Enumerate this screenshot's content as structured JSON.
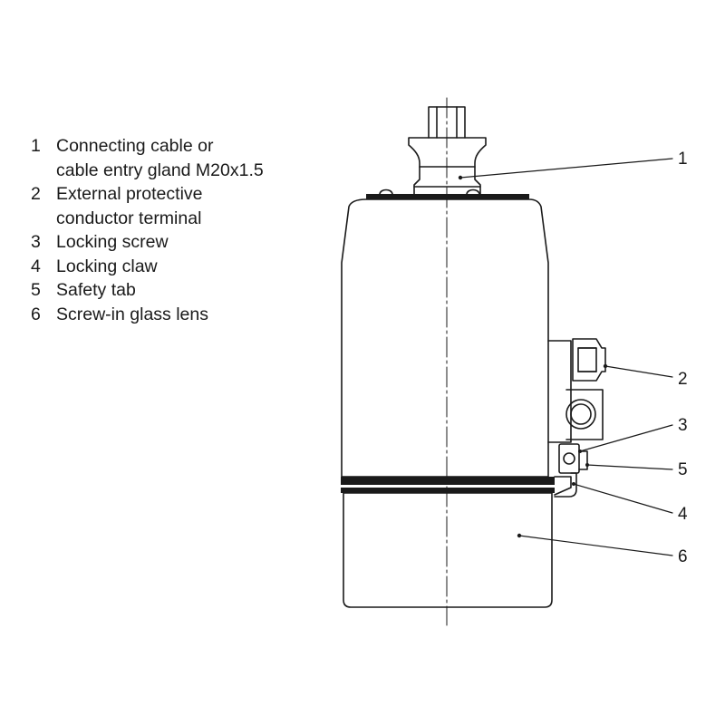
{
  "legend": {
    "items": [
      {
        "num": "1",
        "text": "Connecting cable or\ncable entry gland M20x1.5"
      },
      {
        "num": "2",
        "text": "External protective\nconductor terminal"
      },
      {
        "num": "3",
        "text": "Locking screw"
      },
      {
        "num": "4",
        "text": "Locking claw"
      },
      {
        "num": "5",
        "text": "Safety tab"
      },
      {
        "num": "6",
        "text": "Screw-in glass lens"
      }
    ]
  },
  "callouts": [
    "1",
    "2",
    "3",
    "5",
    "4",
    "6"
  ],
  "colors": {
    "line": "#1a1a1a",
    "background": "#ffffff"
  }
}
